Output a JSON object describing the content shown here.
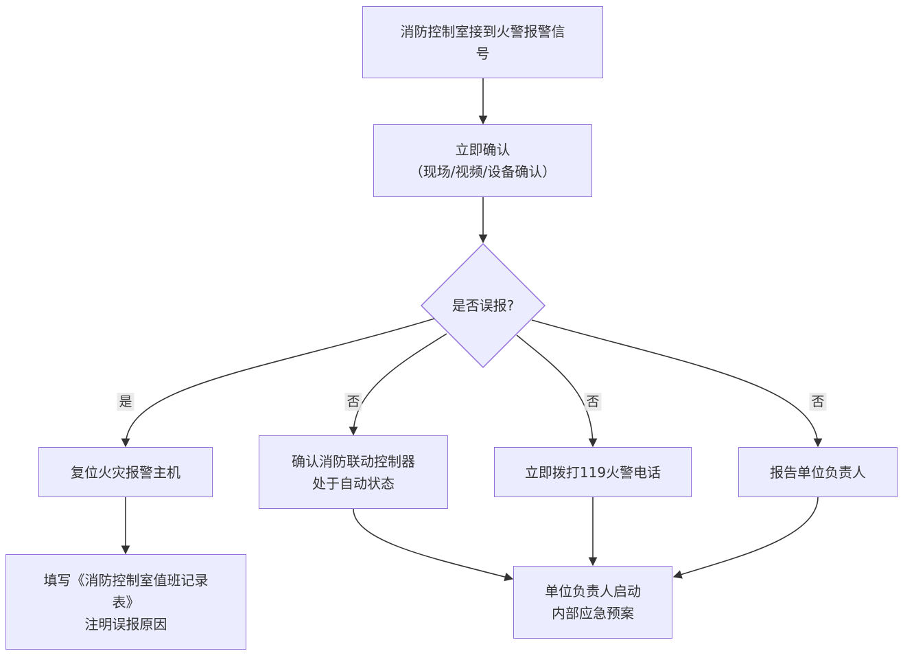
{
  "nodes": {
    "n1": "消防控制室接到火警报警信\n号",
    "n2": "立即确认\n（现场/视频/设备确认）",
    "n3": "是否误报?",
    "n4": "复位火灾报警主机",
    "n5": "确认消防联动控制器\n处于自动状态",
    "n6": "立即拨打119火警电话",
    "n7": "报告单位负责人",
    "n8": "填写《消防控制室值班记录\n表》\n注明误报原因",
    "n9": "单位负责人启动\n内部应急预案"
  },
  "edges": {
    "yes": "是",
    "no1": "否",
    "no2": "否",
    "no3": "否"
  },
  "colors": {
    "node_fill": "#ececff",
    "node_stroke": "#9370db",
    "edge": "#333333",
    "edge_label_bg": "#e8e8e8"
  }
}
